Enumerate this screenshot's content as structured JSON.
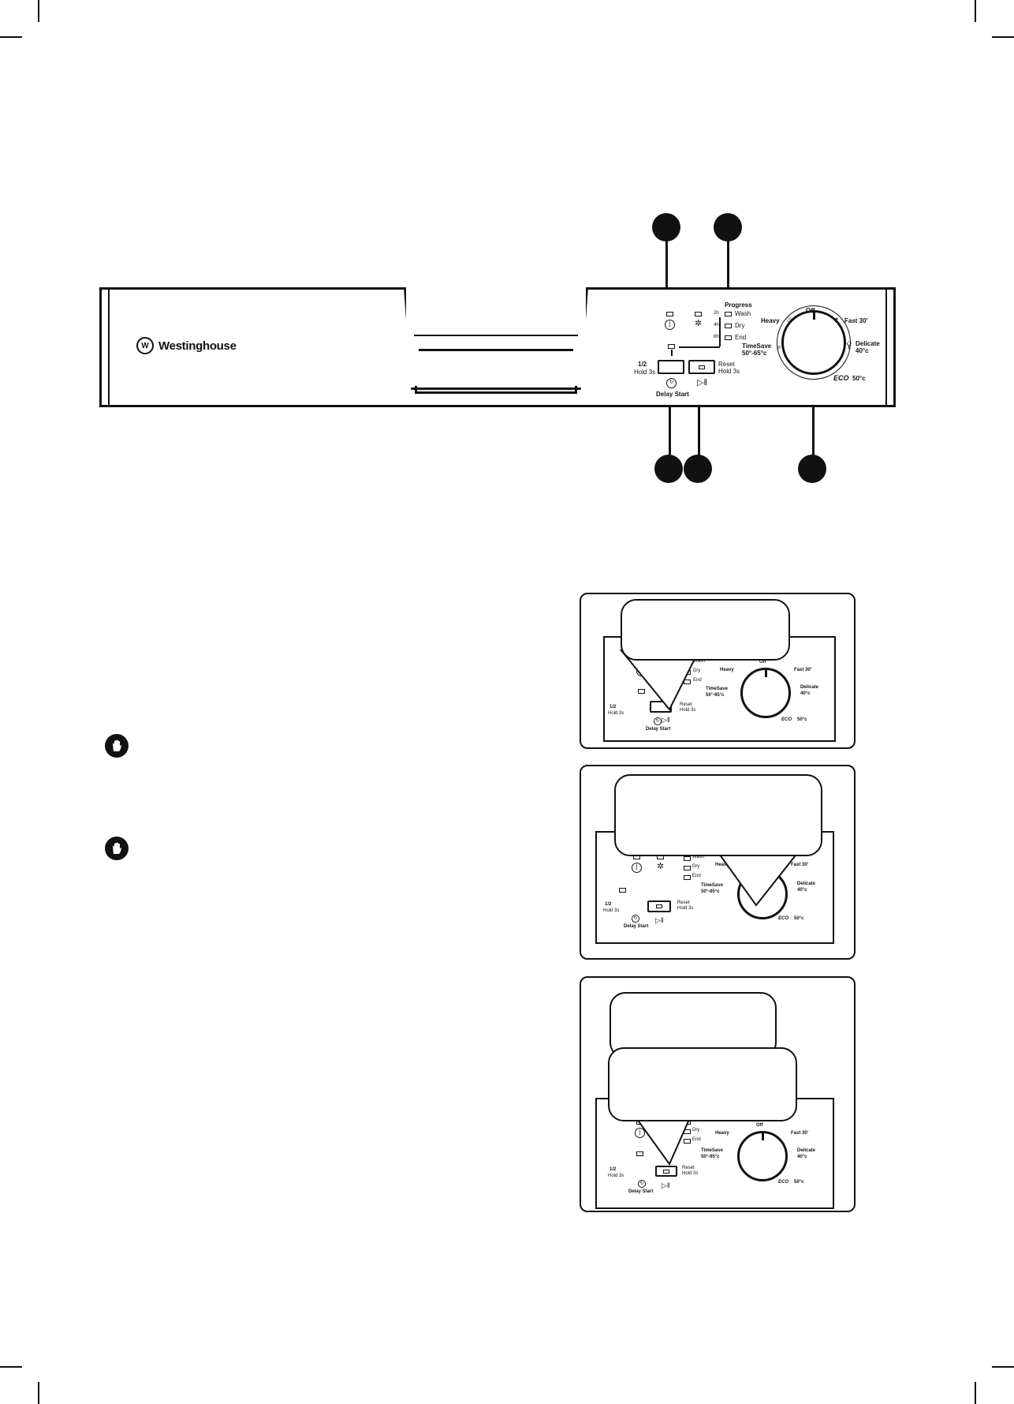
{
  "brand": "Westinghouse",
  "panel": {
    "progress_title": "Progress",
    "progress_stages": [
      {
        "hours": "2h",
        "label": "Wash"
      },
      {
        "hours": "4h",
        "label": "Dry"
      },
      {
        "hours": "8h",
        "label": "End"
      }
    ],
    "half_load_label": "1/2",
    "half_load_hold": "Hold 3s",
    "delay_start_label": "Delay Start",
    "reset_label": "Reset",
    "reset_hold": "Hold 3s",
    "programs": {
      "off": "Off",
      "heavy": "Heavy",
      "fast": "Fast 30'",
      "timesave": "TimeSave",
      "timesave_temp": "50°-65°c",
      "delicate": "Delicate",
      "delicate_temp": "40°c",
      "eco": "ECO",
      "eco_temp": "50°c"
    }
  },
  "icons": {
    "power": "power-icon",
    "rinse": "rinse-aid-icon",
    "delay": "clock-icon",
    "play": "play-pause-icon",
    "warning": "hand-stop-icon"
  },
  "colors": {
    "ink": "#111111",
    "paper": "#ffffff"
  }
}
